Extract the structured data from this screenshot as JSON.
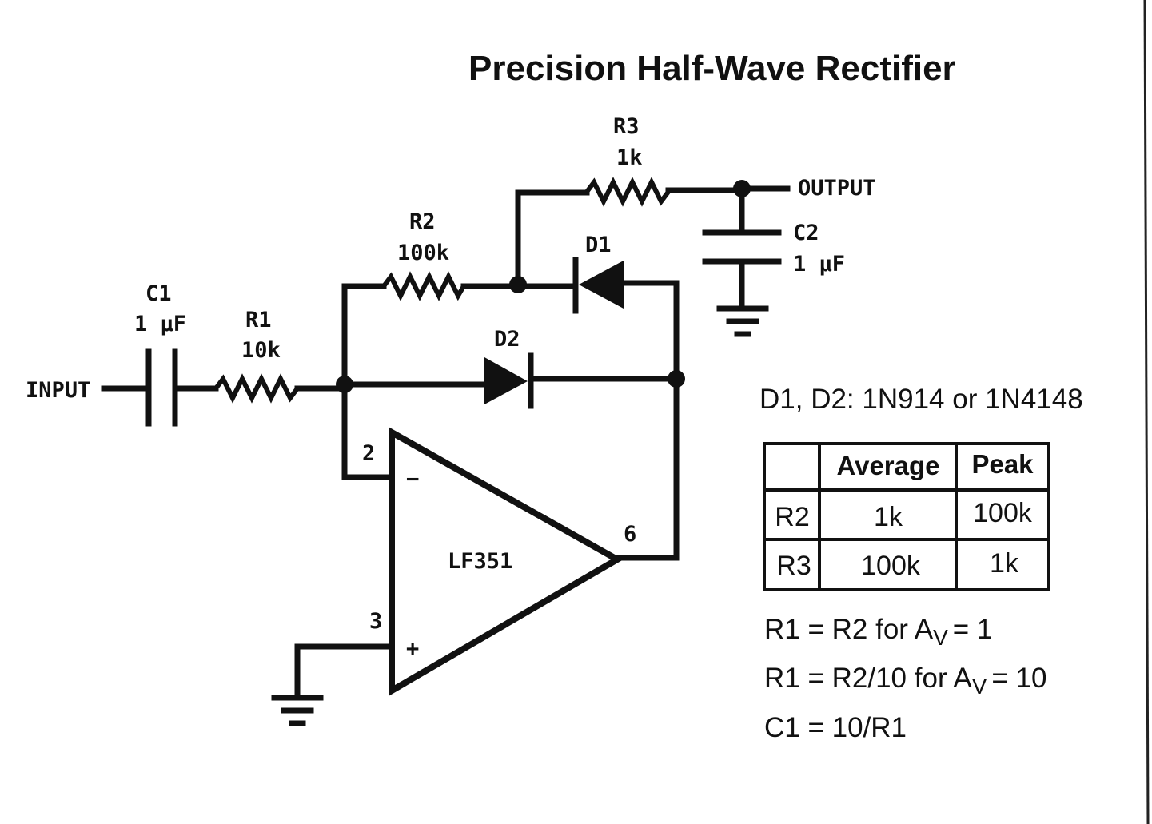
{
  "title": "Precision Half-Wave Rectifier",
  "components": {
    "input_label": "INPUT",
    "output_label": "OUTPUT",
    "c1": {
      "name": "C1",
      "value": "1 μF"
    },
    "r1": {
      "name": "R1",
      "value": "10k"
    },
    "r2": {
      "name": "R2",
      "value": "100k"
    },
    "r3": {
      "name": "R3",
      "value": "1k"
    },
    "c2": {
      "name": "C2",
      "value": "1 μF"
    },
    "d1": {
      "name": "D1"
    },
    "d2": {
      "name": "D2"
    },
    "opamp": {
      "name": "LF351",
      "pin_inverting": "2",
      "pin_noninverting": "3",
      "pin_output": "6",
      "minus_sign": "−",
      "plus_sign": "+"
    }
  },
  "notes": {
    "diodes": "D1, D2: 1N914 or 1N4148",
    "equations": [
      "R1 = R2 for A",
      "R1 = R2/10 for A",
      "C1 = 10/R1"
    ],
    "eq_gain_sub": "V",
    "eq_gain_values": [
      "= 1",
      "= 10"
    ]
  },
  "table": {
    "headers": [
      "",
      "Average",
      "Peak"
    ],
    "rows": [
      [
        "R2",
        "1k",
        "100k"
      ],
      [
        "R3",
        "100k",
        "1k"
      ]
    ]
  }
}
